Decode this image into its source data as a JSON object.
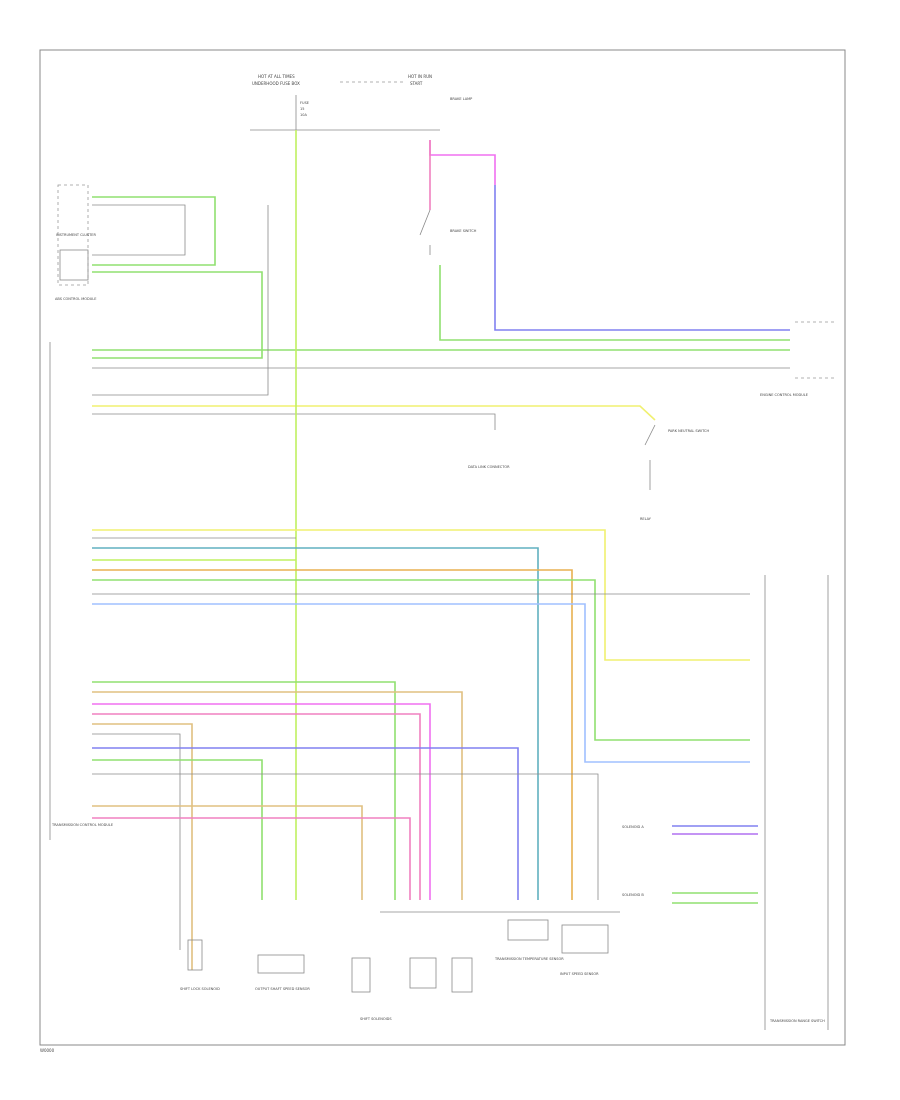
{
  "diagram_code": "W0000",
  "colors": {
    "green": "#90e070",
    "lime": "#c0f060",
    "yellow": "#f0f070",
    "blue": "#8080f0",
    "lightblue": "#a0c0ff",
    "teal": "#60b0c0",
    "magenta": "#f070f0",
    "tan": "#e0c080",
    "orange": "#e8b050",
    "purple": "#b070f0",
    "pink": "#f080c0",
    "gray": "#8a8a8a"
  },
  "labels": {
    "top_left_source": "HOT AT ALL TIMES",
    "top_left_source2": "UNDERHOOD FUSE BOX",
    "top_right_source": "HOT IN RUN",
    "top_right_source2": "START",
    "fuse_label": "FUSE",
    "fuse_id": "15",
    "fuse_rating": "10A",
    "splice_box": "BRAKE LAMP",
    "brake_switch": "BRAKE SWITCH",
    "instrument_cluster": "INSTRUMENT CLUSTER",
    "abs_module": "ABS CONTROL MODULE",
    "ecm": "ENGINE CONTROL MODULE",
    "left_module": "TRANSMISSION CONTROL MODULE",
    "park_neutral": "PARK NEUTRAL SWITCH",
    "relay_label": "RELAY",
    "data_link": "DATA LINK CONNECTOR",
    "shift_lock": "SHIFT LOCK SOLENOID",
    "output_speed": "OUTPUT SHAFT SPEED SENSOR",
    "shift_solenoids": "SHIFT SOLENOIDS",
    "trans_temp": "TRANSMISSION TEMPERATURE SENSOR",
    "input_speed": "INPUT SPEED SENSOR",
    "trans_range": "TRANSMISSION RANGE SWITCH",
    "solenoid_a": "SOLENOID A",
    "solenoid_b": "SOLENOID B"
  }
}
